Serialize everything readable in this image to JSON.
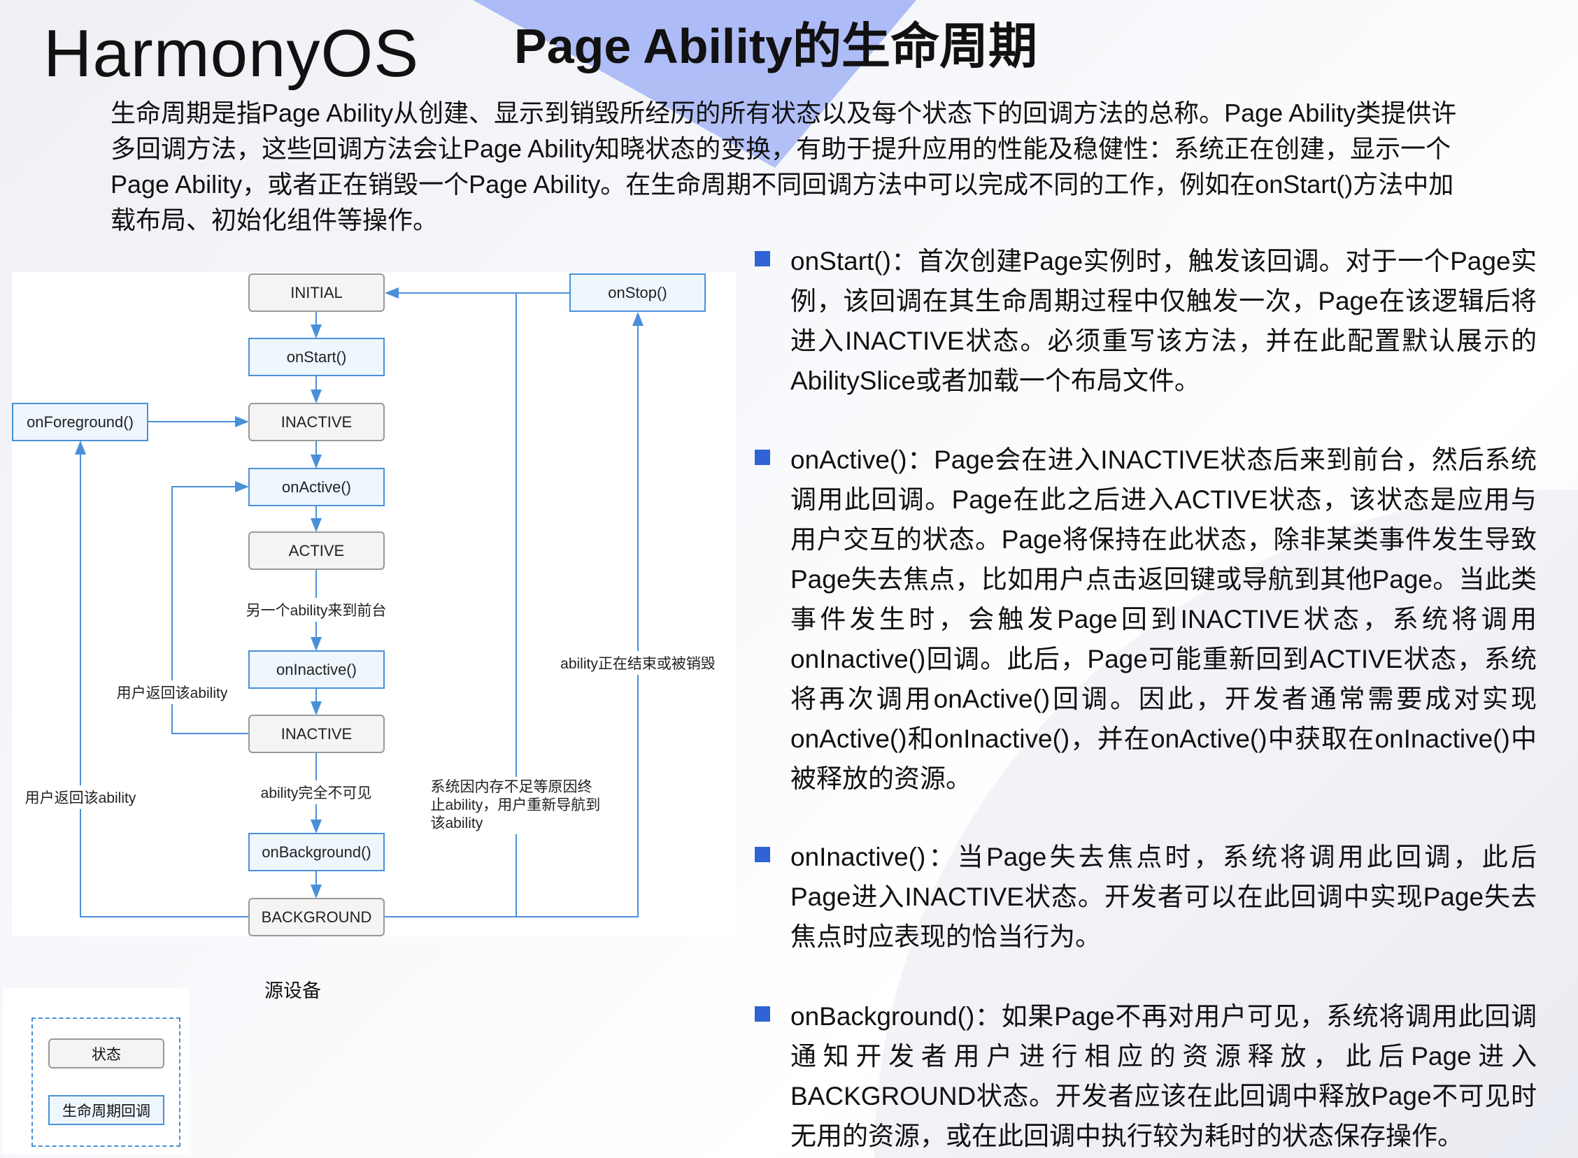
{
  "logo": "HarmonyOS",
  "title": "Page Ability的生命周期",
  "intro": "生命周期是指Page Ability从创建、显示到销毁所经历的所有状态以及每个状态下的回调方法的总称。Page Ability类提供许多回调方法，这些回调方法会让Page Ability知晓状态的变换，有助于提升应用的性能及稳健性：系统正在创建，显示一个Page Ability，或者正在销毁一个Page Ability。在生命周期不同回调方法中可以完成不同的工作，例如在onStart()方法中加载布局、初始化组件等操作。",
  "diagram": {
    "initial": "INITIAL",
    "onStart": "onStart()",
    "inactive1": "INACTIVE",
    "onActive": "onActive()",
    "active": "ACTIVE",
    "onInactive": "onInactive()",
    "inactive2": "INACTIVE",
    "onBackground": "onBackground()",
    "background": "BACKGROUND",
    "onForeground": "onForeground()",
    "onStop": "onStop()",
    "label_other_front": "另一个ability来到前台",
    "label_invisible": "ability完全不可见",
    "label_return_inner": "用户返回该ability",
    "label_return_outer": "用户返回该ability",
    "label_system": "系统因内存不足等原因终止ability，用户重新导航到该ability",
    "label_ending": "ability正在结束或被销毁"
  },
  "legend": {
    "state": "状态",
    "callback": "生命周期回调"
  },
  "source_label": "源设备",
  "bullets": [
    "onStart()：首次创建Page实例时，触发该回调。对于一个Page实例，该回调在其生命周期过程中仅触发一次，Page在该逻辑后将进入INACTIVE状态。必须重写该方法，并在此配置默认展示的AbilitySlice或者加载一个布局文件。",
    "onActive()：Page会在进入INACTIVE状态后来到前台，然后系统调用此回调。Page在此之后进入ACTIVE状态，该状态是应用与用户交互的状态。Page将保持在此状态，除非某类事件发生导致Page失去焦点，比如用户点击返回键或导航到其他Page。当此类事件发生时，会触发Page回到INACTIVE状态，系统将调用onInactive()回调。此后，Page可能重新回到ACTIVE状态，系统将再次调用onActive()回调。因此，开发者通常需要成对实现onActive()和onInactive()，并在onActive()中获取在onInactive()中被释放的资源。",
    "onInactive()：当Page失去焦点时，系统将调用此回调，此后Page进入INACTIVE状态。开发者可以在此回调中实现Page失去焦点时应表现的恰当行为。",
    "onBackground()：如果Page不再对用户可见，系统将调用此回调通知开发者用户进行相应的资源释放，此后Page进入BACKGROUND状态。开发者应该在此回调中释放Page不可见时无用的资源，或在此回调中执行较为耗时的状态保存操作。"
  ],
  "colors": {
    "accent": "#4a90d9",
    "bullet": "#2f63d6"
  }
}
